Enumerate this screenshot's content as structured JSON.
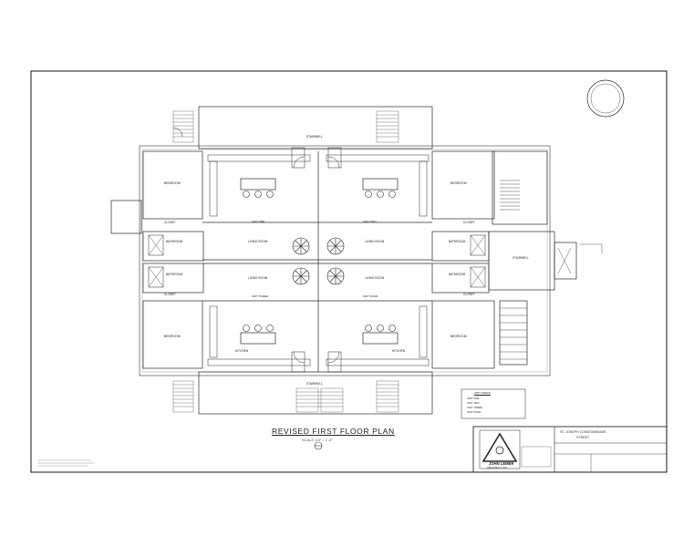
{
  "drawing": {
    "title": "REVISED FIRST FLOOR PLAN",
    "scale": "SCALE 1/4\" = 1'-0\""
  },
  "rooms": {
    "bedroom": "BEDROOM",
    "bathroom": "BATHROOM",
    "closet": "CLOSET",
    "kitchen": "KITCHEN",
    "living_room": "LIVING ROOM",
    "stairwell": "STAIRWELL"
  },
  "unit_labels": [
    "UNIT ONE",
    "UNIT TWO",
    "UNIT THREE",
    "UNIT FOUR"
  ],
  "unit_areas": {
    "header": "UNIT AREAS",
    "rows": [
      "UNIT ONE",
      "UNIT TWO",
      "UNIT THREE",
      "UNIT FOUR"
    ]
  },
  "title_block": {
    "project_line1": "ST. JOSEPH CONDOMINIUMS",
    "project_line2": "STREET",
    "firm_name": "JOHN LEMER",
    "firm_sub": "ARCHITECT, INC."
  },
  "colors": {
    "line": "#2a2a2a",
    "light": "#8a8a8a"
  }
}
